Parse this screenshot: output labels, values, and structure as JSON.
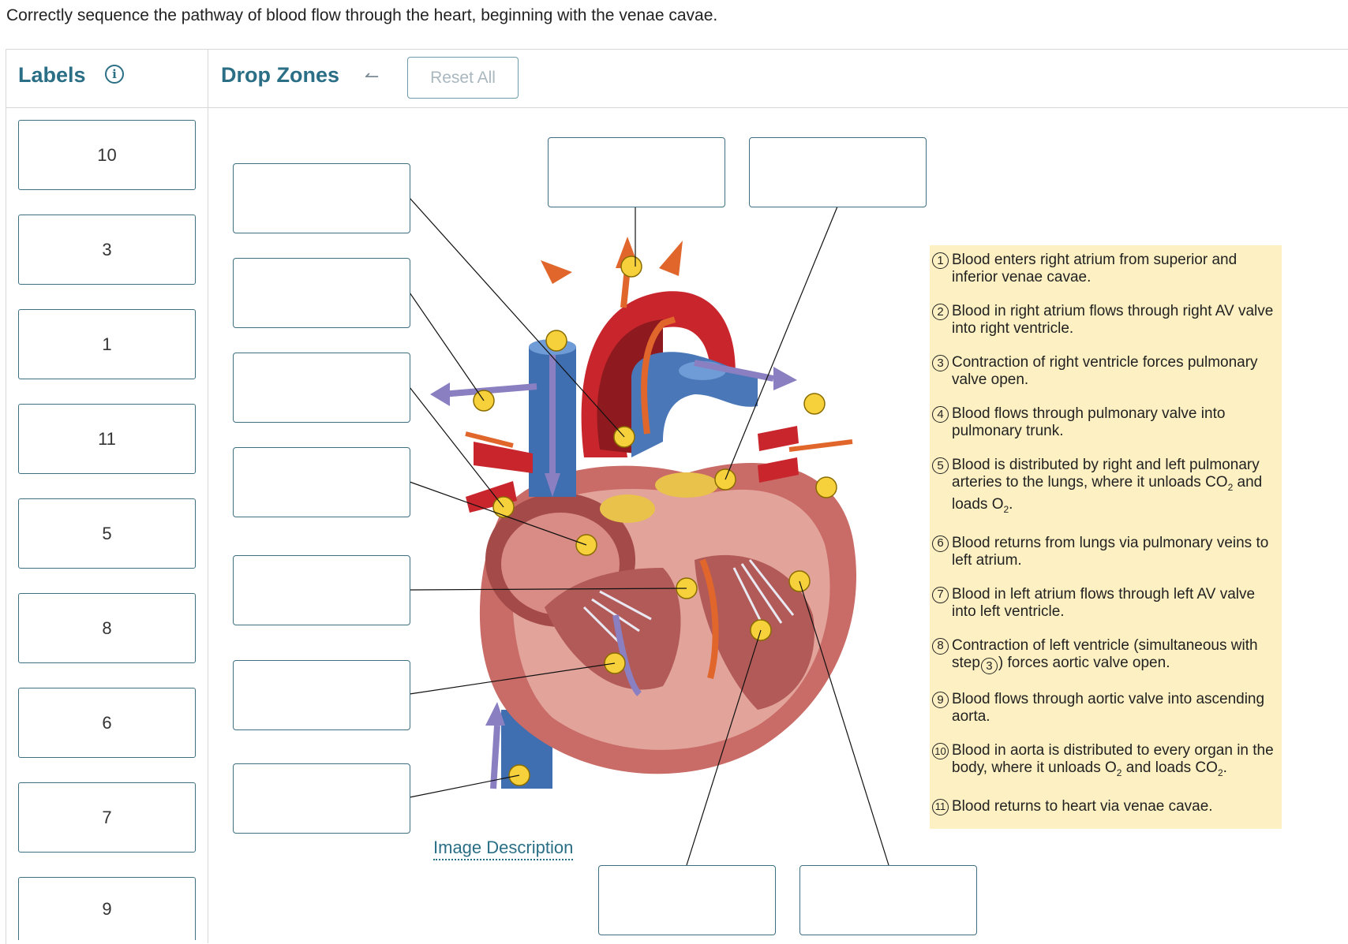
{
  "question": "Correctly sequence the pathway of blood flow through the heart, beginning with the venae cavae.",
  "labels_panel": {
    "title": "Labels",
    "info_icon": "info-icon"
  },
  "drop_panel": {
    "title": "Drop Zones",
    "undo_icon": "undo-arrow-icon",
    "reset_label": "Reset All"
  },
  "labels": [
    "10",
    "3",
    "1",
    "11",
    "5",
    "8",
    "6",
    "7",
    "9"
  ],
  "image_description_link": "Image Description",
  "legend": {
    "s1": {
      "num": "1",
      "text": "Blood enters right atrium from superior and inferior venae cavae."
    },
    "s2": {
      "num": "2",
      "text": "Blood in right atrium flows through right AV valve into right ventricle."
    },
    "s3": {
      "num": "3",
      "text": "Contraction of right ventricle forces pulmonary valve open."
    },
    "s4": {
      "num": "4",
      "text": "Blood flows through pulmonary valve into pulmonary trunk."
    },
    "s5": {
      "num": "5",
      "a": "Blood is distributed by right and left pulmonary arteries to the lungs, where it unloads CO",
      "sub1": "2",
      "b": " and loads O",
      "sub2": "2",
      "c": "."
    },
    "s6": {
      "num": "6",
      "text": "Blood returns from lungs via pulmonary veins to left atrium."
    },
    "s7": {
      "num": "7",
      "text": "Blood in left atrium flows through left AV valve into left ventricle."
    },
    "s8": {
      "num": "8",
      "a": "Contraction of left ventricle (simultaneous with step",
      "ref": "3",
      "b": ") forces aortic valve open."
    },
    "s9": {
      "num": "9",
      "text": "Blood flows through aortic valve into ascending aorta."
    },
    "s10": {
      "num": "10",
      "a": "Blood in aorta is distributed to every organ in the body, where it unloads O",
      "sub1": "2",
      "b": " and loads CO",
      "sub2": "2",
      "c": "."
    },
    "s11": {
      "num": "11",
      "text": "Blood returns to heart via venae cavae."
    }
  },
  "colors": {
    "accent": "#2a6f86",
    "legend_bg": "#fdf0c2",
    "marker_yellow": "#f7d13b",
    "oxygenated_red": "#c8262c",
    "deoxygenated_blue": "#3f6fb0",
    "flow_arrow_orange": "#e0662c",
    "flow_arrow_purple": "#8a7fc0"
  }
}
